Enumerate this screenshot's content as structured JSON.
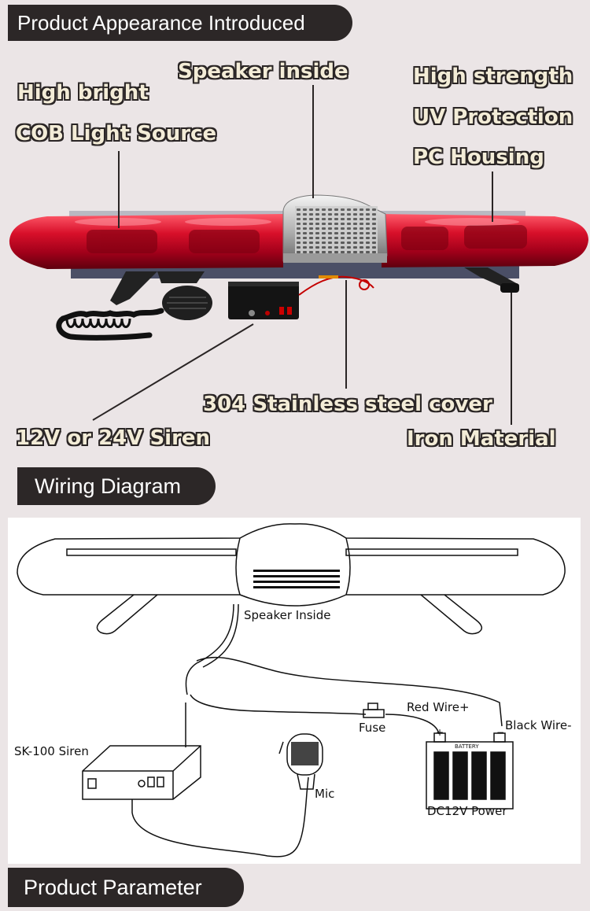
{
  "sections": {
    "appearance": "Product Appearance Introduced",
    "wiring": "Wiring Diagram",
    "parameter": "Product Parameter"
  },
  "callouts": {
    "high_bright": "High bright",
    "cob": "COB Light Source",
    "speaker": "Speaker inside",
    "high_strength": "High strength",
    "uv": "UV Protection",
    "pc": "PC Housing",
    "stainless": "304 Stainless steel cover",
    "siren": "12V or 24V Siren",
    "iron": "Iron Material"
  },
  "diagram": {
    "speaker_inside": "Speaker Inside",
    "siren": "SK-100 Siren",
    "fuse": "Fuse",
    "red_wire": "Red Wire+",
    "black_wire": "Black Wire-",
    "battery": "BATTERY",
    "power": "DC12V Power",
    "mic": "Mic"
  },
  "colors": {
    "pill_bg": "#2c2727",
    "page_bg": "#ebe5e6",
    "lens_red": "#d8102a"
  }
}
